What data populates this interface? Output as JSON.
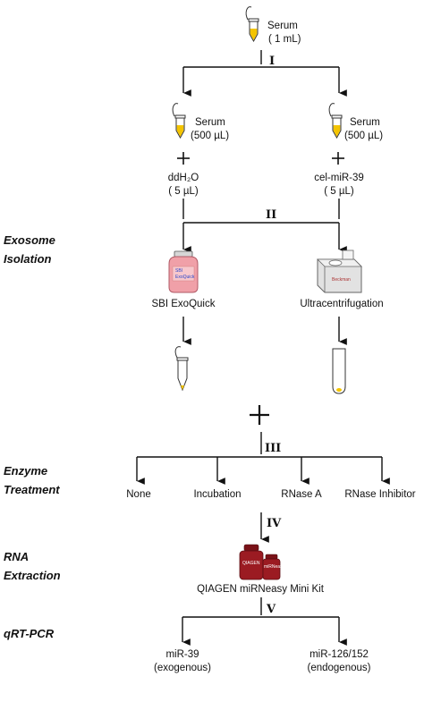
{
  "serum_top": {
    "name": "Serum",
    "volume": "( 1 mL)"
  },
  "steps": {
    "s1": "I",
    "s2": "II",
    "s3": "III",
    "s4": "IV",
    "s5": "V"
  },
  "split": {
    "left": {
      "serum": "Serum",
      "volume": "(500 µL)",
      "additive": "ddH₂O",
      "additive_volume": "( 5 µL)"
    },
    "right": {
      "serum": "Serum",
      "volume": "(500 µL)",
      "additive": "cel-miR-39",
      "additive_volume": "( 5 µL)"
    }
  },
  "sections": {
    "exosome_1": "Exosome",
    "exosome_2": "Isolation",
    "enzyme_1": "Enzyme",
    "enzyme_2": "Treatment",
    "rna_1": "RNA",
    "rna_2": "Extraction",
    "qrt": "qRT-PCR"
  },
  "isolation": {
    "left": "SBI ExoQuick",
    "right": "Ultracentrifugation",
    "bottle_label_1": "SBI",
    "bottle_label_2": "ExoQuick",
    "machine_label": "Beckman"
  },
  "treatments": [
    "None",
    "Incubation",
    "RNase A",
    "RNase Inhibitor"
  ],
  "extraction": {
    "kit": "QIAGEN miRNeasy Mini Kit",
    "kit_big_label": "QIAGEN",
    "kit_small_label": "miRNeasy"
  },
  "pcr": {
    "left_1": "miR-39",
    "left_2": "(exogenous)",
    "right_1": "miR-126/152",
    "right_2": "(endogenous)"
  },
  "colors": {
    "serum_fill": "#f4c400",
    "bottle_pink": "#f0a0a8",
    "kit_red": "#9b1b22",
    "machine_gray": "#e2e2e2"
  }
}
